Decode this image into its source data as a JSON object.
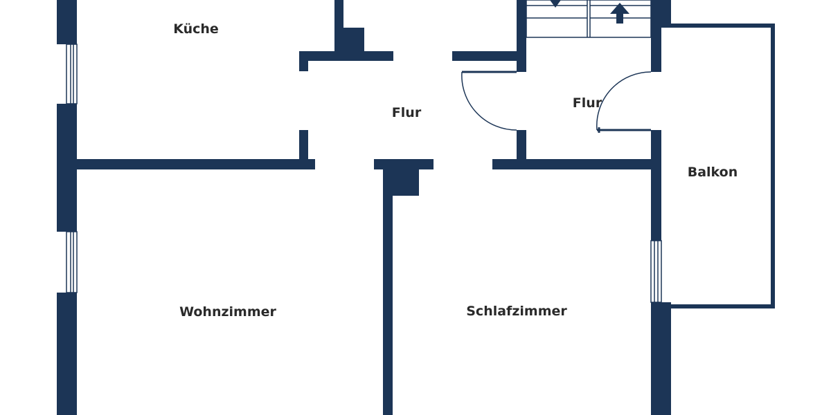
{
  "rooms": {
    "kitchen": "Küche",
    "hallway_1": "Flur",
    "hallway_2": "Flur",
    "balcony": "Balkon",
    "living_room": "Wohnzimmer",
    "bedroom": "Schlafzimmer"
  },
  "colors": {
    "wall": "#1c3556",
    "background": "#ffffff",
    "label": "#2a2a2a"
  }
}
